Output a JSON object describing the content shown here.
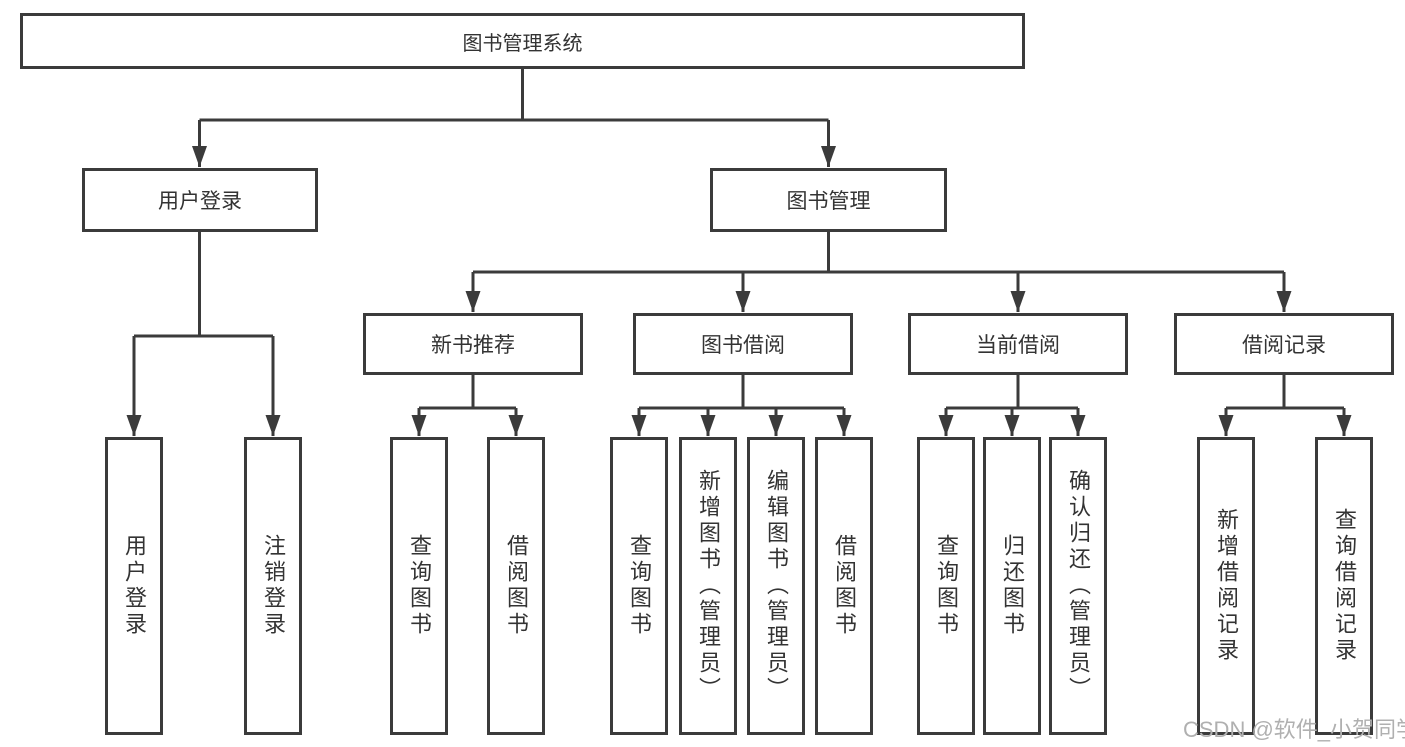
{
  "diagram": {
    "root": {
      "label": "图书管理系统"
    },
    "branches": [
      {
        "label": "用户登录",
        "children": [
          {
            "label": "用户登录"
          },
          {
            "label": "注销登录"
          }
        ]
      },
      {
        "label": "图书管理",
        "children": [
          {
            "label": "新书推荐",
            "children": [
              {
                "label": "查询图书"
              },
              {
                "label": "借阅图书"
              }
            ]
          },
          {
            "label": "图书借阅",
            "children": [
              {
                "label": "查询图书"
              },
              {
                "label": "新增图书（管理员）"
              },
              {
                "label": "编辑图书（管理员）"
              },
              {
                "label": "借阅图书"
              }
            ]
          },
          {
            "label": "当前借阅",
            "children": [
              {
                "label": "查询图书"
              },
              {
                "label": "归还图书"
              },
              {
                "label": "确认归还（管理员）"
              }
            ]
          },
          {
            "label": "借阅记录",
            "children": [
              {
                "label": "新增借阅记录"
              },
              {
                "label": "查询借阅记录"
              }
            ]
          }
        ]
      }
    ]
  },
  "watermark": {
    "text": "CSDN @软件_小贺同学"
  },
  "colors": {
    "line": "#3b3b3b",
    "box_border": "#3b3b3b",
    "text": "#333333",
    "watermark": "#b0b0b0",
    "background": "#ffffff"
  }
}
